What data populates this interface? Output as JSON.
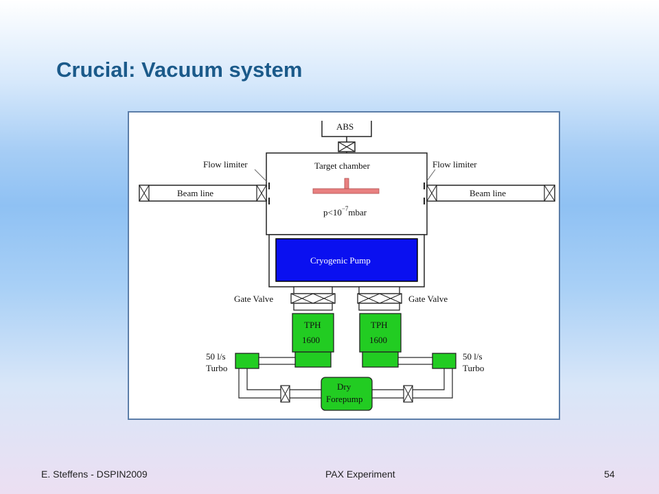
{
  "slide": {
    "title": "Crucial: Vacuum system"
  },
  "diagram": {
    "abs_label": "ABS",
    "target_chamber_label": "Target chamber",
    "pressure_prefix": "p<10",
    "pressure_exponent": "−7",
    "pressure_unit": "mbar",
    "flow_limiter_left": "Flow limiter",
    "flow_limiter_right": "Flow limiter",
    "beam_line_left": "Beam line",
    "beam_line_right": "Beam line",
    "cryogenic_pump_label": "Cryogenic Pump",
    "gate_valve_left": "Gate Valve",
    "gate_valve_right": "Gate Valve",
    "tph_left_line1": "TPH",
    "tph_left_line2": "1600",
    "tph_right_line1": "TPH",
    "tph_right_line2": "1600",
    "turbo_left_line1": "50 l/s",
    "turbo_left_line2": "Turbo",
    "turbo_right_line1": "50 l/s",
    "turbo_right_line2": "Turbo",
    "forepump_line1": "Dry",
    "forepump_line2": "Forepump",
    "colors": {
      "cryo_pump_fill": "#0a10f0",
      "pump_green": "#22cc22",
      "target_holder": "#e88080"
    }
  },
  "footer": {
    "author": "E. Steffens  -  DSPIN2009",
    "experiment": "PAX Experiment",
    "page_number": "54"
  }
}
